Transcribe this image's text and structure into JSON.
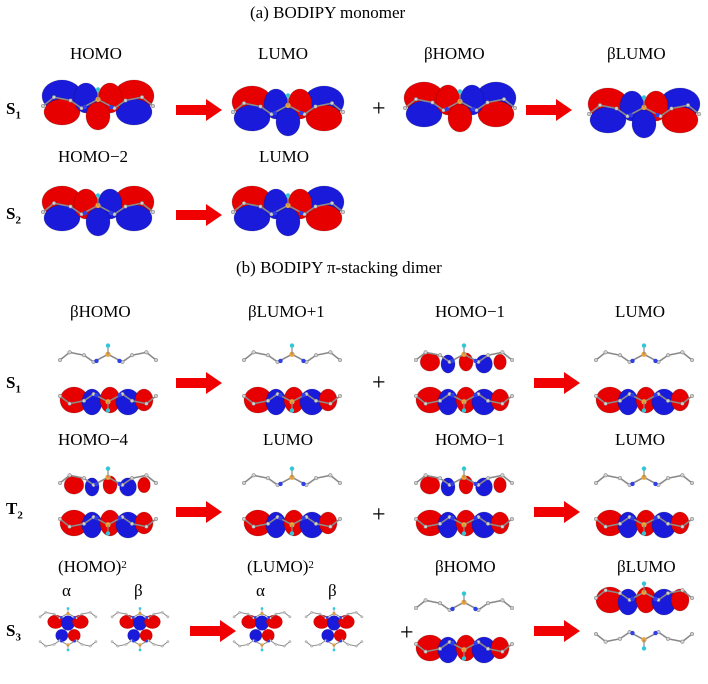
{
  "sections": {
    "a": "(a) BODIPY monomer",
    "b": "(b) BODIPY π-stacking dimer"
  },
  "rows": {
    "s1a": {
      "letter": "S",
      "sub": "1"
    },
    "s2a": {
      "letter": "S",
      "sub": "2"
    },
    "s1b": {
      "letter": "S",
      "sub": "1"
    },
    "t2b": {
      "letter": "T",
      "sub": "2"
    },
    "s3b": {
      "letter": "S",
      "sub": "3"
    }
  },
  "labels": {
    "a_homo": "HOMO",
    "a_lumo": "LUMO",
    "a_bhomo": "βHOMO",
    "a_blumo": "βLUMO",
    "a2_homo2": "HOMO−2",
    "a2_lumo": "LUMO",
    "b1_bhomo": "βHOMO",
    "b1_blumo1": "βLUMO+1",
    "b1_homo1": "HOMO−1",
    "b1_lumo": "LUMO",
    "b2_homo4": "HOMO−4",
    "b2_lumo": "LUMO",
    "b2_homo1": "HOMO−1",
    "b2_lumo2": "LUMO",
    "b3_homo_sq": "(HOMO)",
    "b3_lumo_sq": "(LUMO)",
    "b3_bhomo": "βHOMO",
    "b3_blumo": "βLUMO",
    "alpha1": "α",
    "beta1": "β",
    "alpha2": "α",
    "beta2": "β",
    "squared": "2",
    "plus": "+"
  },
  "colors": {
    "positive_lobe": "#e60000",
    "negative_lobe": "#1a1adb",
    "arrow": "#f00000",
    "bond": "#8a8a8a",
    "boron": "#e8a33c",
    "fluorine": "#30c8d8",
    "nitrogen": "#2f40e8"
  }
}
